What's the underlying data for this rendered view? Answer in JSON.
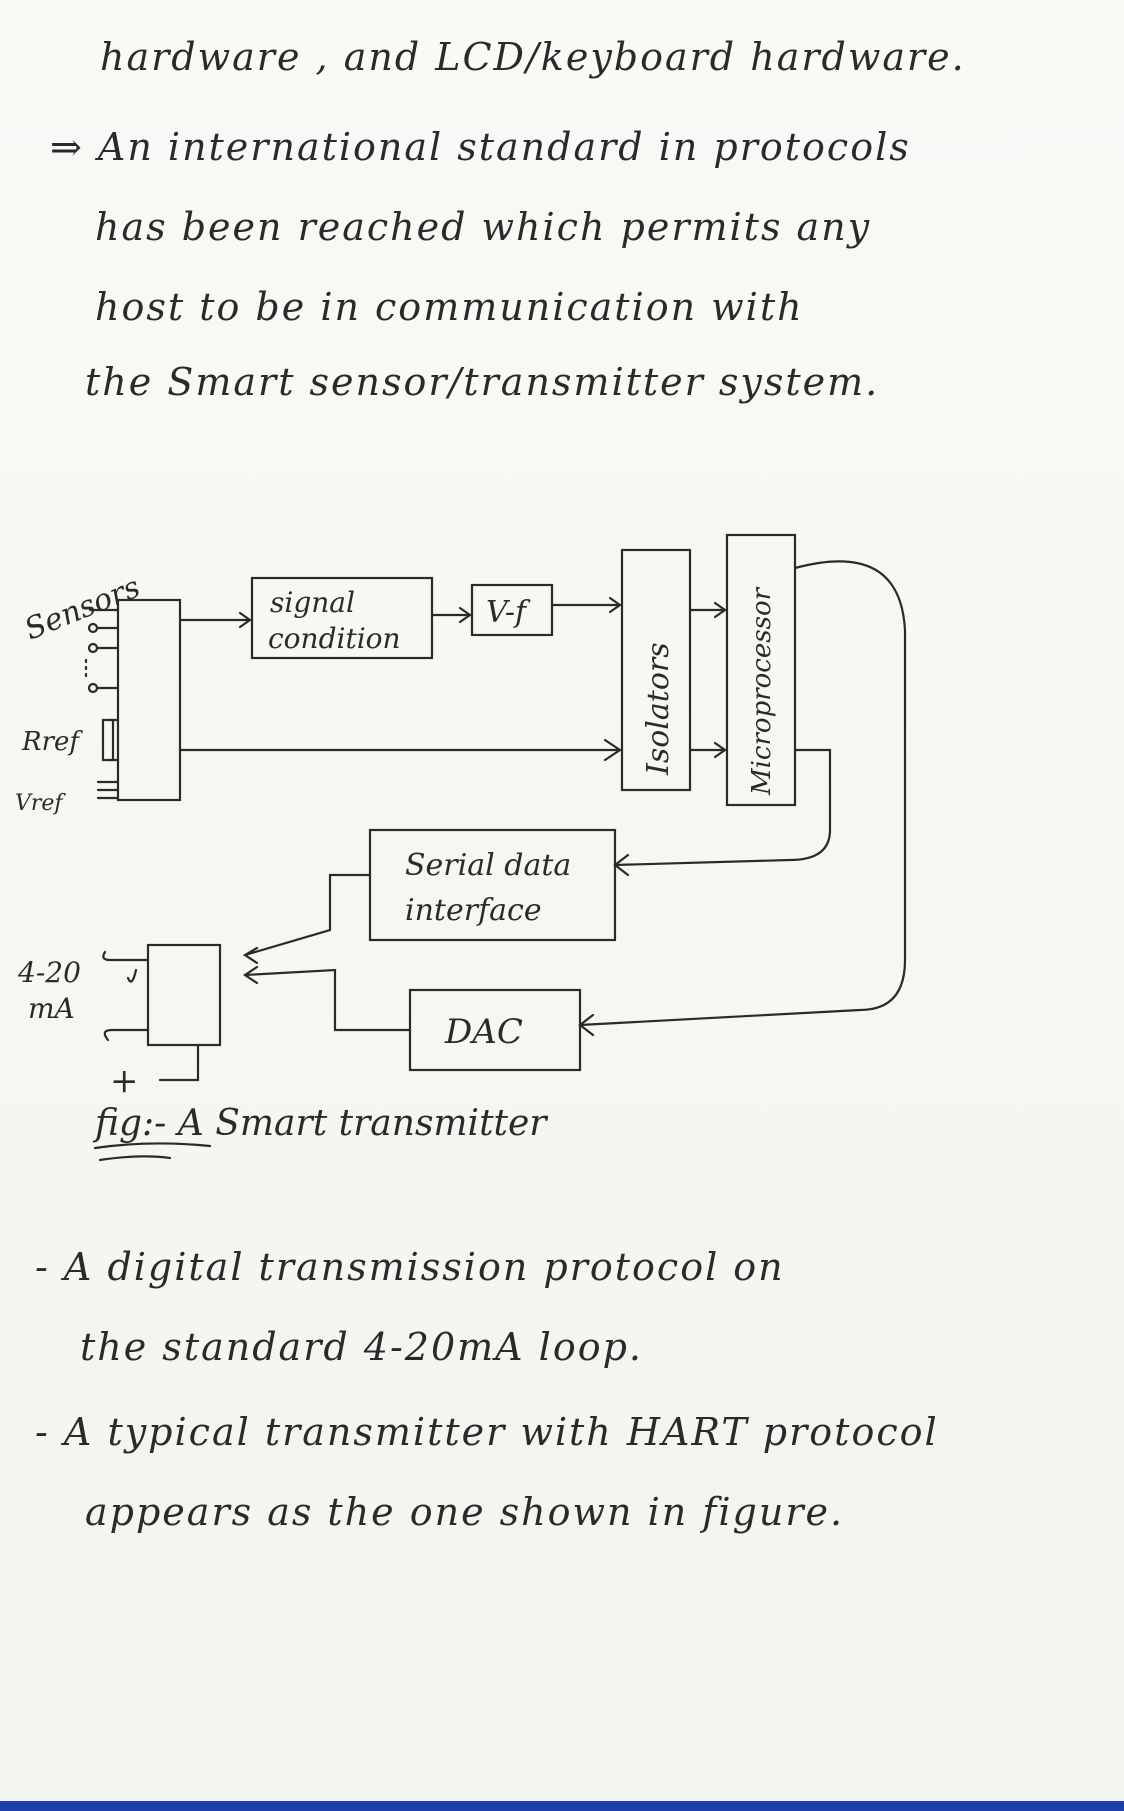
{
  "text": {
    "line1": "hardware , and LCD/keyboard hardware.",
    "line2": "⇒ An international standard in protocols",
    "line3": "has been reached which permits any",
    "line4": "host to be in communication with",
    "line5": "the Smart sensor/transmitter system.",
    "line6": "- A digital transmission protocol on",
    "line7": "the standard 4-20mA loop.",
    "line8": "- A typical transmitter with HART protocol",
    "line9": "appears as the one shown in figure."
  },
  "diagram": {
    "sensors_label": "Sensors",
    "rref_label": "Rref",
    "vref_label": "Vref",
    "signal_condition_line1": "signal",
    "signal_condition_line2": "condition",
    "vf_label": "V-f",
    "isolators_label": "Isolators",
    "microprocessor_label": "Microprocessor",
    "serial_line1": "Serial data",
    "serial_line2": "interface",
    "dac_label": "DAC",
    "ma_line1": "4-20",
    "ma_line2": "mA",
    "plus_label": "+",
    "caption": "fig:- A Smart transmitter"
  }
}
